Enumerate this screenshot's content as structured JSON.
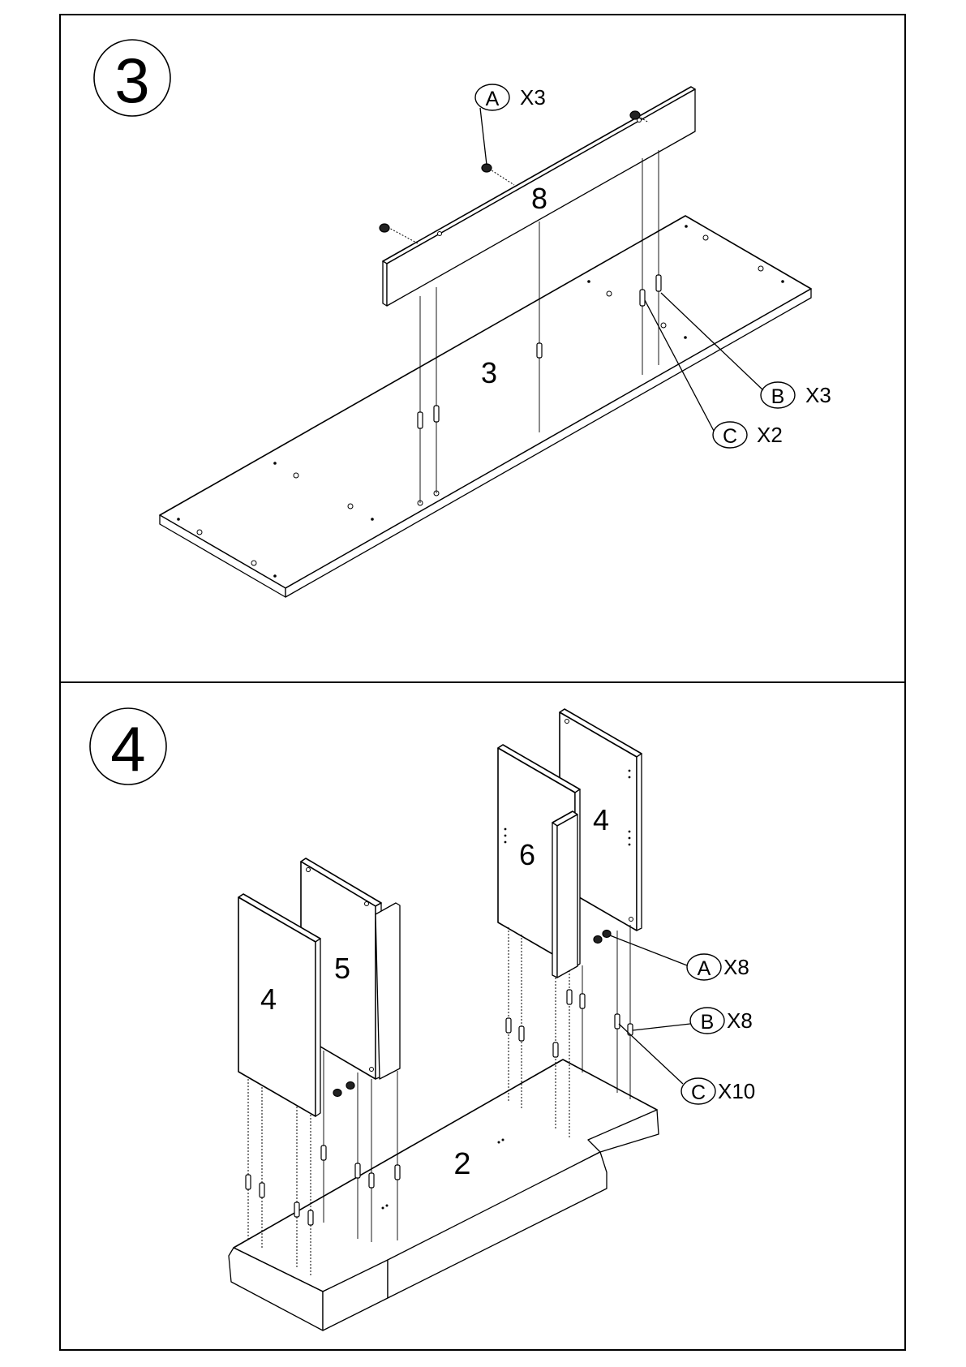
{
  "steps": [
    {
      "number": "3",
      "part_labels": [
        "8",
        "3"
      ],
      "callouts": [
        {
          "letter": "A",
          "quantity": "X3"
        },
        {
          "letter": "B",
          "quantity": "X3"
        },
        {
          "letter": "C",
          "quantity": "X2"
        }
      ]
    },
    {
      "number": "4",
      "part_labels": [
        "6",
        "4",
        "5",
        "4",
        "2"
      ],
      "callouts": [
        {
          "letter": "A",
          "quantity": "X8"
        },
        {
          "letter": "B",
          "quantity": "X8"
        },
        {
          "letter": "C",
          "quantity": "X10"
        }
      ]
    }
  ]
}
